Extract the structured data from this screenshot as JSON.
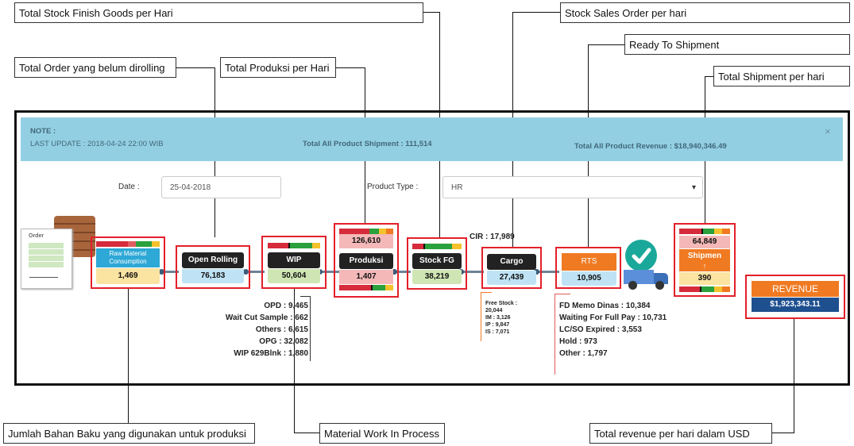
{
  "callouts": {
    "stock_fg": "Total Stock Finish Goods per Hari",
    "order_not_rolled": "Total Order yang belum dirolling",
    "production": "Total Produksi per Hari",
    "sales_order": "Stock Sales Order per hari",
    "ready_shipment": "Ready To Shipment",
    "shipment": "Total Shipment per hari",
    "raw_material": "Jumlah Bahan Baku yang digunakan untuk produksi",
    "wip": "Material Work In Process",
    "revenue": "Total revenue per hari dalam USD"
  },
  "note": {
    "title": "NOTE :",
    "last_update": "LAST UPDATE : 2018-04-24 22:00 WIB",
    "total_shipment": "Total All Product Shipment : 111,514",
    "total_revenue": "Total All Product Revenue : $18,940,346.49",
    "close": "×"
  },
  "filters": {
    "date_label": "Date :",
    "date_value": "25-04-2018",
    "product_type_label": "Product Type :",
    "product_type_value": "HR",
    "caret": "▾"
  },
  "order_icon": {
    "label": "Order"
  },
  "flow": {
    "raw_material": {
      "label": "Raw Material Consumption",
      "value": "1,469"
    },
    "open_rolling": {
      "label": "Open Rolling",
      "value": "76,183"
    },
    "wip": {
      "label": "WIP",
      "value": "50,604"
    },
    "produksi": {
      "label": "Produksi",
      "top_value": "126,610",
      "value": "1,407"
    },
    "stock_fg": {
      "label": "Stock FG",
      "value": "38,219"
    },
    "cargo": {
      "label": "Cargo",
      "value": "27,439"
    },
    "rts": {
      "label": "RTS",
      "value": "10,905"
    },
    "shipment": {
      "label": "Shipmen",
      "arrow": "↑",
      "top_value": "64,849",
      "value": "390"
    },
    "revenue": {
      "label": "REVENUE",
      "value": "$1,923,343.11"
    }
  },
  "cir": "CIR : 17,989",
  "wip_details": [
    "OPD : 9,465",
    "Wait Cut Sample : 662",
    "Others : 6,615",
    "OPG : 32,082",
    "WIP 629Blnk : 1,880"
  ],
  "free_stock": [
    "Free Stock :",
    "20,044",
    "IM : 3,126",
    "IP : 9,847",
    "IS : 7,071"
  ],
  "rts_details": [
    "FD Memo Dinas : 10,384",
    "Waiting For Full Pay : 10,731",
    "LC/SO Expired : 3,553",
    "Hold : 973",
    "Other : 1,797"
  ],
  "colors": {
    "note_bg": "#93cfe3",
    "highlight": "#e3202a",
    "raw_blue": "#2ea8d6",
    "value_blue": "#bfe3f5",
    "value_green": "#cfe6b4",
    "value_pink": "#f4b8b8",
    "value_yellow": "#fbe3a1",
    "orange": "#f07a22",
    "check_green": "#1aa89a"
  }
}
